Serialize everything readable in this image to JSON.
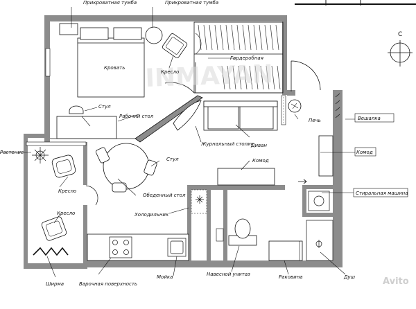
{
  "labels": {
    "bed_nightstand_top": "Прикроватная тумба",
    "bed_nightstand_right": "Прикроватная тумба",
    "bed": "Кровать",
    "armchair_bedroom": "Кресло",
    "wardrobe": "Гардеробная",
    "chair_desk": "Стул",
    "desk": "Рабочий стол",
    "coffee_table": "Журнальный столик",
    "sofa": "Диван",
    "stove": "Печь",
    "hanger": "Вешалка",
    "dresser_right": "Комод",
    "dresser_mid": "Комод",
    "plant": "Растение",
    "armchair_left_top": "Кресло",
    "armchair_left_bottom": "Кресло",
    "chair_dining": "Стул",
    "dining_table": "Обеденный стол",
    "fridge": "Холодильник",
    "washing_machine": "Стиральная машина",
    "screen": "Ширма",
    "cooktop": "Варочная поверхность",
    "sink_kitchen": "Мойка",
    "toilet": "Навесной унитаз",
    "washbasin": "Раковина",
    "shower": "Душ"
  },
  "compass": {
    "north_label": "С"
  },
  "watermark": {
    "text": "INMAYAN",
    "brand": "Avito"
  }
}
